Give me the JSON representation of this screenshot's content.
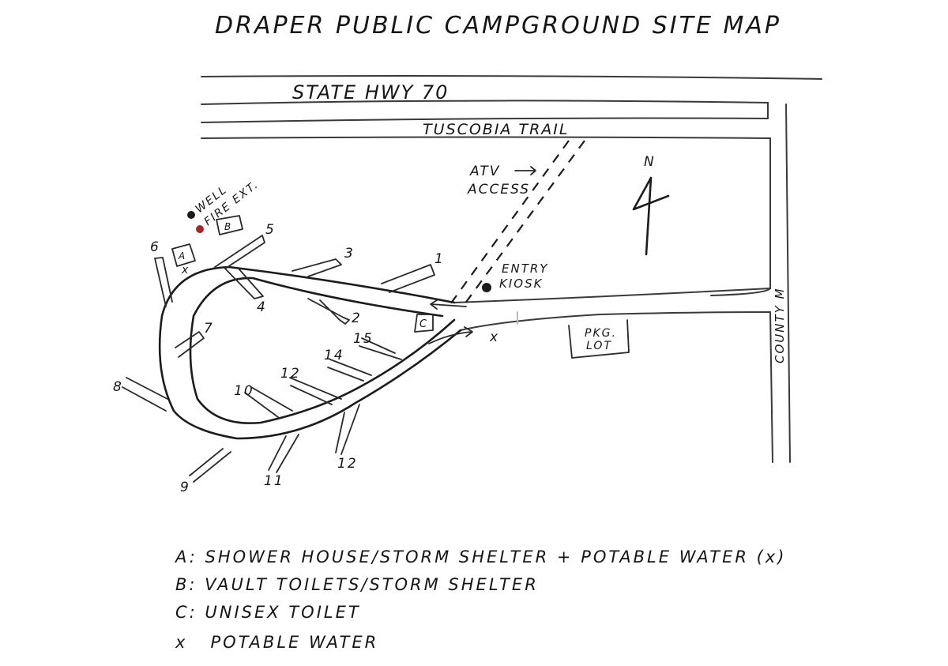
{
  "title": "DRAPER PUBLIC CAMPGROUND SITE MAP",
  "roads": {
    "highway": "STATE HWY 70",
    "trail": "TUSCOBIA TRAIL",
    "county": "COUNTY M"
  },
  "features": {
    "atv_access": "ATV ACCESS",
    "atv_line1": "ATV",
    "atv_line2": "ACCESS",
    "entry_line1": "ENTRY",
    "entry_line2": "KIOSK",
    "well": "WELL",
    "fire_ext": "FIRE EXT.",
    "north": "N",
    "parking_line1": "PKG.",
    "parking_line2": "LOT",
    "building_a": "A",
    "building_b": "B",
    "building_c": "C",
    "water_mark": "x"
  },
  "sites": [
    "1",
    "2",
    "3",
    "4",
    "5",
    "6",
    "7",
    "8",
    "9",
    "10",
    "11",
    "12",
    "12",
    "14",
    "15"
  ],
  "legend": {
    "a": "A: SHOWER HOUSE/STORM SHELTER + POTABLE WATER (x)",
    "b": "B: VAULT TOILETS/STORM SHELTER",
    "c": "C: UNISEX TOILET",
    "x": "x   POTABLE WATER"
  },
  "colors": {
    "ink": "#1c1c1c",
    "fire_extinguisher": "#b0231e",
    "paper": "#ffffff"
  }
}
